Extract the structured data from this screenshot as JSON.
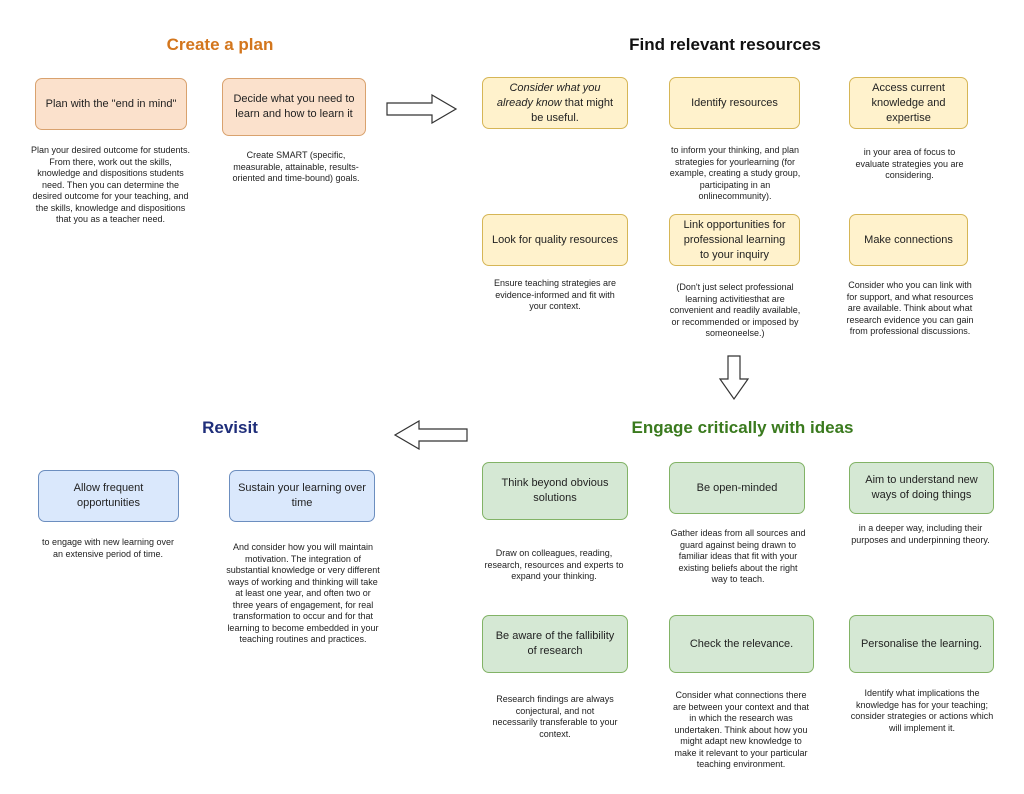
{
  "sections": {
    "plan": {
      "title": "Create a plan",
      "color": "#d3761d",
      "boxes": [
        {
          "label": "Plan with the \"end in mind\"",
          "desc": "Plan your desired outcome for students. From there, work out the skills, knowledge and dispositions students need. Then you can determine the desired outcome for your teaching, and the skills, knowledge and dispositions that you as a teacher need."
        },
        {
          "label": "Decide what you need to learn and how to learn it",
          "desc": "Create SMART (specific, measurable, attainable, results-oriented and time-bound) goals."
        }
      ]
    },
    "resources": {
      "title": "Find relevant resources",
      "color": "#111111",
      "boxes": [
        {
          "label_italic": "Consider what you already know",
          "label_rest": " that might be useful.",
          "desc": ""
        },
        {
          "label": "Identify resources",
          "desc": "to inform your thinking, and plan strategies for yourlearning (for example, creating a study group, participating in an onlinecommunity)."
        },
        {
          "label": "Access current knowledge and expertise",
          "desc": "in your area of focus to evaluate strategies you are considering."
        },
        {
          "label": "Look for quality resources",
          "desc": "Ensure teaching strategies are evidence-informed and fit with your context."
        },
        {
          "label": "Link opportunities for professional learning to your inquiry",
          "desc": "(Don't just select professional learning activitiesthat are convenient and readily available, or recommended or imposed by someoneelse.)"
        },
        {
          "label": "Make connections",
          "desc": "Consider who you can link with for support, and what resources are available. Think about what research evidence you can gain from professional discussions."
        }
      ]
    },
    "revisit": {
      "title": "Revisit",
      "color": "#1f2e7a",
      "boxes": [
        {
          "label": "Allow frequent opportunities",
          "desc": "to engage with new learning over an extensive period of time."
        },
        {
          "label": "Sustain your learning over time",
          "desc": "And consider how you will maintain motivation. The integration of substantial knowledge or very different ways of working and thinking will take at least one year, and often two or three years of engagement, for real transformation to occur and for that learning to become embedded in your teaching routines and practices."
        }
      ]
    },
    "engage": {
      "title": "Engage critically with ideas",
      "color": "#3a7a1e",
      "boxes": [
        {
          "label": "Think beyond obvious solutions",
          "desc": "Draw on colleagues, reading, research, resources and experts to expand your thinking."
        },
        {
          "label": "Be open-minded",
          "desc": "Gather ideas from all sources and guard against being drawn to familiar ideas that fit with your existing beliefs about the right way to teach."
        },
        {
          "label": "Aim to understand new ways of doing things",
          "desc": "in a deeper way, including their purposes and underpinning theory."
        },
        {
          "label": "Be aware of the fallibility of research",
          "desc": "Research findings are always conjectural, and not necessarily transferable to your context."
        },
        {
          "label": "Check the relevance.",
          "desc": "Consider what connections there are between your context and that in which the research was undertaken. Think about how you might adapt new knowledge to make it relevant to your particular teaching environment."
        },
        {
          "label": "Personalise the learning.",
          "desc": "Identify what implications the knowledge has for your teaching; consider strategies or actions which will implement it."
        }
      ]
    }
  }
}
